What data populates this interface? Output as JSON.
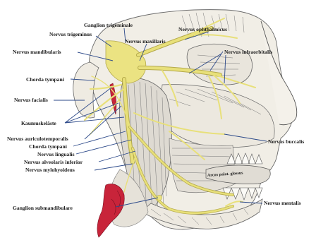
{
  "labels": {
    "ganglion_trigeminale": "Ganglion trigeminale",
    "nervus_ophthalmicus": "Nervus ophthalmicus",
    "nervus_trigeminus": "Nervus trigeminus",
    "nervus_maxillaris": "Nervus maxillaris",
    "nervus_mandibularis": "Nervus mandibularis",
    "nervus_infraorbitalis": "Nervus infraorbitalis",
    "chorda_tympani_upper": "Chorda tympani",
    "nervus_facialis": "Nervus facialis",
    "kaumuskelaeste": "Kaumuskeläste",
    "nervus_auriculotemporalis": "Nervus auriculotemporalis",
    "chorda_tympani_lower": "Chorda tympani",
    "nervus_lingualis": "Nervus lingualis",
    "nervus_alveolaris_inferior": "Nervus alveolaris inferior",
    "nervus_mylohyoideus": "Nervus mylohyoideus",
    "nervus_buccalis": "Nervus buccalis",
    "nervus_mentalis": "Nervus mentalis",
    "ganglion_submandibulare": "Ganglion submandibulare",
    "tongue_text": "Arcus palat. glossus"
  },
  "colors": {
    "nerve": "#e8e07a",
    "nerve_edge": "#b4a94a",
    "artery": "#c8243a",
    "leader": "#2d4a8a",
    "bone": "#f2efe8",
    "muscle": "#d9d6cf"
  }
}
